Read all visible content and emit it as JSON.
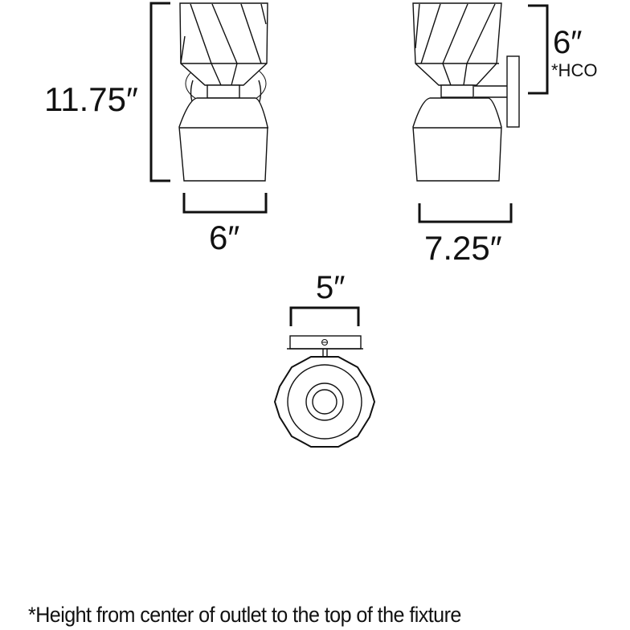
{
  "diagram": {
    "front_view": {
      "height_label": "11.75″",
      "width_label": "6″"
    },
    "side_view": {
      "hco_label": "6″",
      "hco_note": "*HCO",
      "depth_label": "7.25″"
    },
    "top_view": {
      "backplate_label": "5″"
    },
    "footnote": "*Height from center of outlet to the top of the fixture"
  }
}
